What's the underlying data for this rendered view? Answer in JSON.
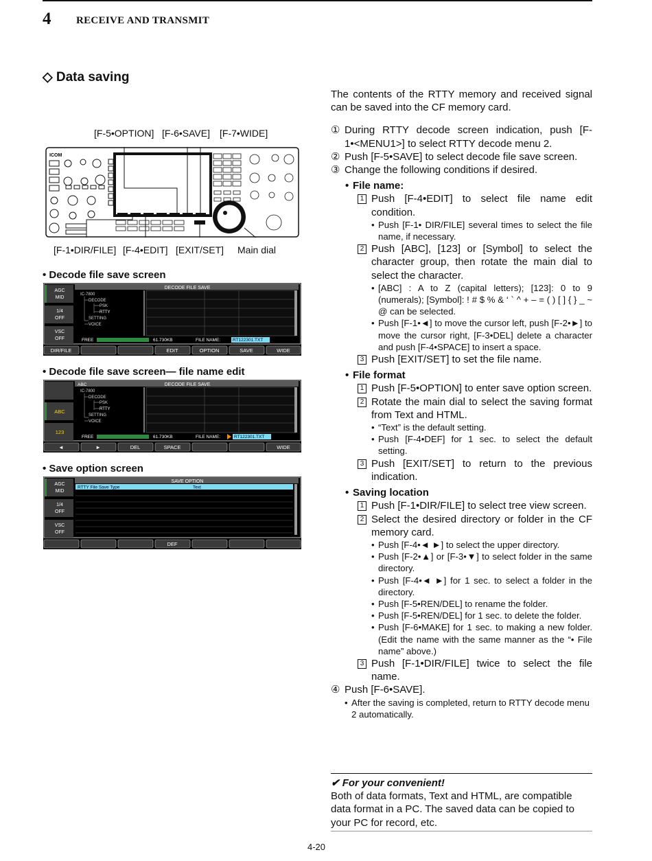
{
  "header": {
    "chapter_number": "4",
    "chapter_title": "RECEIVE AND TRANSMIT"
  },
  "section_title": "◇ Data saving",
  "diagram": {
    "top_callouts": [
      "[F-5•OPTION]",
      "[F-6•SAVE]",
      "[F-7•WIDE]"
    ],
    "bottom_callouts": [
      "[F-1•DIR/FILE]",
      "[F-4•EDIT]",
      "[EXIT/SET]",
      "Main dial"
    ],
    "brand": "ICOM"
  },
  "screens": {
    "decode_save": {
      "heading": "• Decode file save screen",
      "title": "DECODE FILE SAVE",
      "side": [
        [
          "AGC",
          "MID"
        ],
        [
          "1/4",
          "OFF"
        ],
        [
          "VSC",
          "OFF"
        ]
      ],
      "tree": [
        "IC-7800",
        "DECODE",
        "PSK",
        "RTTY",
        "SETTING",
        "VOICE"
      ],
      "free": "FREE",
      "size": "61.730KB",
      "file_label": "FILE NAME:",
      "file_name": "RT122301.TXT",
      "keys": [
        "DIR/FILE",
        "",
        "",
        "EDIT",
        "OPTION",
        "SAVE",
        "WIDE"
      ]
    },
    "name_edit": {
      "heading": "• Decode file save screen— file name edit",
      "title": "DECODE FILE SAVE",
      "corner": "ABC",
      "side": [
        "",
        "ABC",
        "123"
      ],
      "tree": [
        "IC-7800",
        "DECODE",
        "PSK",
        "RTTY",
        "SETTING",
        "VOICE"
      ],
      "free": "FREE",
      "size": "61.730KB",
      "file_label": "FILE NAME:",
      "file_name": "RT122301.TXT",
      "keys": [
        "◄",
        "►",
        "DEL",
        "SPACE",
        "",
        "",
        "WIDE"
      ]
    },
    "save_option": {
      "heading": "• Save option screen",
      "title": "SAVE OPTION",
      "side": [
        [
          "AGC",
          "MID"
        ],
        [
          "1/4",
          "OFF"
        ],
        [
          "VSC",
          "OFF"
        ]
      ],
      "row_label": "RTTY File Save Type",
      "row_value": "Text",
      "keys": [
        "",
        "",
        "",
        "DEF",
        "",
        "",
        ""
      ]
    }
  },
  "content": {
    "intro": "The contents of the RTTY memory and received signal can be saved into the CF memory card.",
    "steps": [
      {
        "num": "①",
        "text": "During RTTY decode screen indication, push [F-1•<MENU1>] to select RTTY decode menu 2."
      },
      {
        "num": "②",
        "text": "Push [F-5•SAVE] to select decode file save screen."
      },
      {
        "num": "③",
        "text": "Change the following conditions if desired."
      },
      {
        "num": "④",
        "text": "Push [F-6•SAVE]."
      }
    ],
    "file_name": {
      "label": "File name:",
      "s1": "Push [F-4•EDIT] to select file name edit condition.",
      "s1_note": "Push [F-1• DIR/FILE] several times to select the file name, if necessary.",
      "s2": "Push [ABC], [123] or [Symbol] to select the character group, then rotate the main dial to select the character.",
      "s2_note1": "[ABC] : A to Z (capital letters); [123]: 0 to 9 (numerals); [Symbol]: ! # $ % & ‘ ` ^ + – = ( ) [ ] { } _ ~ @ can be selected.",
      "s2_note2": "Push [F-1•◄] to move the cursor left, push [F-2•►] to move the cursor right, [F-3•DEL] delete a character and push [F-4•SPACE] to insert a space.",
      "s3": "Push [EXIT/SET] to set the file name."
    },
    "file_format": {
      "label": "File format",
      "s1": "Push [F-5•OPTION] to enter save option screen.",
      "s2": "Rotate the main dial to select the saving format from Text and HTML.",
      "s2_note1": "“Text” is the default setting.",
      "s2_note2": "Push [F-4•DEF] for 1 sec. to select the default setting.",
      "s3": "Push [EXIT/SET] to return to the previous indication."
    },
    "saving_location": {
      "label": "Saving location",
      "s1": "Push [F-1•DIR/FILE] to select tree view screen.",
      "s2": "Select the desired directory or folder in the CF memory card.",
      "notes": [
        "Push [F-4•◄ ►] to select the upper directory.",
        "Push [F-2•▲] or [F-3•▼] to select folder in the same directory.",
        "Push [F-4•◄ ►] for 1 sec. to select a folder in the directory.",
        "Push [F-5•REN/DEL] to rename the folder.",
        "Push [F-5•REN/DEL] for 1 sec. to delete the folder.",
        "Push [F-6•MAKE] for 1 sec. to making a new folder. (Edit the name with the same manner as the “• File name” above.)"
      ],
      "s3": "Push [F-1•DIR/FILE] twice to select the file name."
    },
    "step4_note": "After the saving is completed, return to RTTY decode menu 2 automatically.",
    "box_nums": [
      "1",
      "2",
      "3"
    ]
  },
  "convenient": {
    "title": "✔ For your convenient!",
    "text": "Both of data formats, Text and HTML, are compatible data format in a PC. The saved data can be copied to your PC for record, etc."
  },
  "page_number": "4-20",
  "colors": {
    "screen_bg": "#000000",
    "screen_frame": "#c7c7c7",
    "highlight": "#7fdcf0",
    "green": "#2d8a3e"
  }
}
